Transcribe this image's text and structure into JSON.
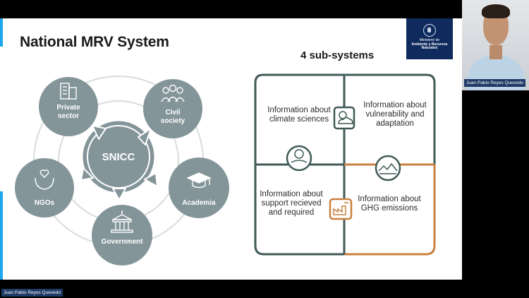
{
  "slide": {
    "title": "National MRV System",
    "subtitle": "4 sub-systems",
    "logo": {
      "line1": "Ministerio de",
      "line2": "Ambiente y Recursos",
      "line3": "Naturales"
    }
  },
  "diagram": {
    "center": "SNICC",
    "nodes": [
      {
        "id": "private",
        "label": "Private sector",
        "icon": "building-icon"
      },
      {
        "id": "civil",
        "label": "Civil society",
        "icon": "people-icon"
      },
      {
        "id": "academia",
        "label": "Academia",
        "icon": "graduation-cap-icon"
      },
      {
        "id": "government",
        "label": "Government",
        "icon": "government-building-icon"
      },
      {
        "id": "ngos",
        "label": "NGOs",
        "icon": "hands-heart-icon"
      }
    ]
  },
  "puzzle": {
    "pieces": [
      {
        "id": "climate",
        "text": "Information about climate sciences"
      },
      {
        "id": "vulnerability",
        "text": "Information about vulnerability and adaptation"
      },
      {
        "id": "support",
        "text": "Information about support recieved and required"
      },
      {
        "id": "ghg",
        "text": "Information about GHG emissions"
      }
    ],
    "colors": {
      "outline": "#3f5a57",
      "accent": "#c9803f"
    }
  },
  "video": {
    "participant": "Juan Pablo Reyes Quevedo"
  },
  "bottom_bar": {
    "participant": "Juan Pablo Reyes Quevedo"
  },
  "colors": {
    "node": "#84959a",
    "ring": "#d7dcde",
    "accent_bar": "#1aa7ec",
    "name_tag": "#1f3a66"
  }
}
